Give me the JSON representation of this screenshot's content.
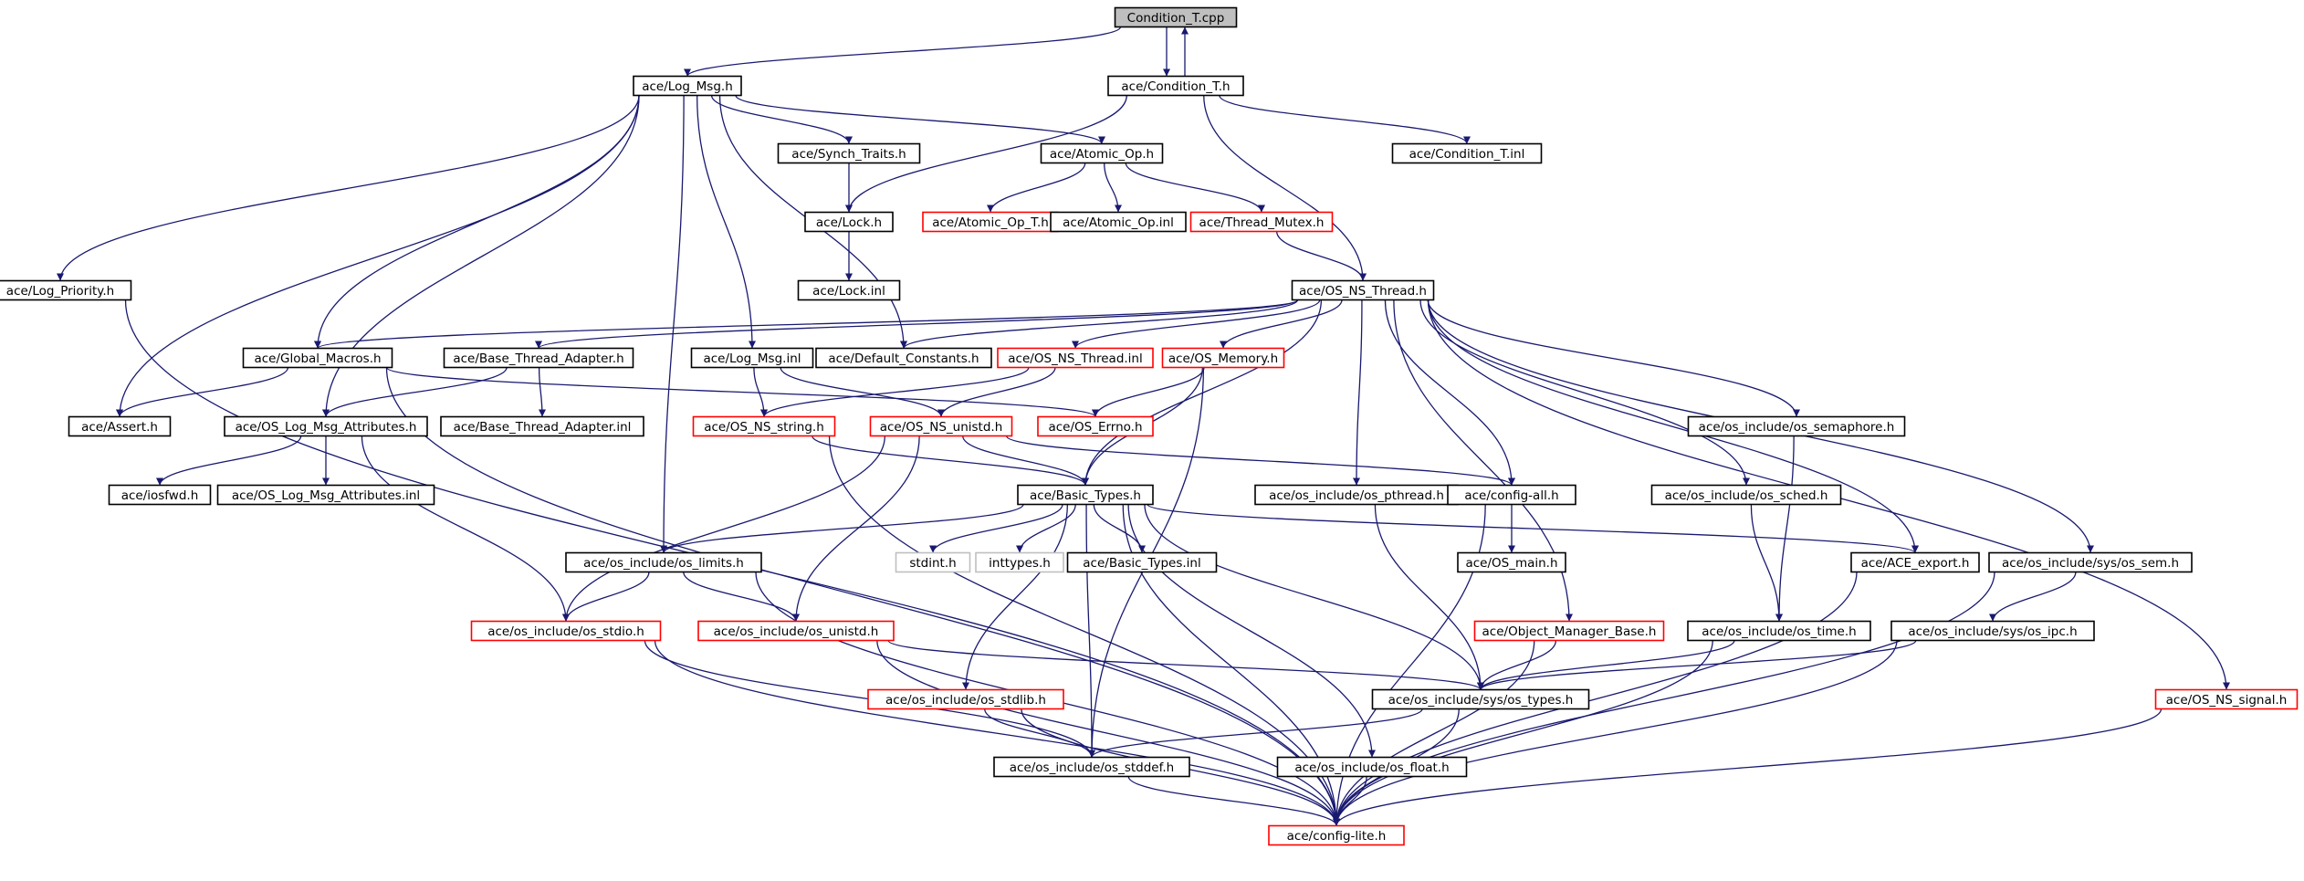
{
  "diagram": {
    "title": "",
    "nodes": [
      {
        "id": "cond_t_cpp",
        "label": "Condition_T.cpp",
        "style": "root"
      },
      {
        "id": "log_msg_h",
        "label": "ace/Log_Msg.h",
        "style": "normal"
      },
      {
        "id": "cond_t_h",
        "label": "ace/Condition_T.h",
        "style": "normal"
      },
      {
        "id": "synch_traits_h",
        "label": "ace/Synch_Traits.h",
        "style": "normal"
      },
      {
        "id": "atomic_op_h",
        "label": "ace/Atomic_Op.h",
        "style": "normal"
      },
      {
        "id": "cond_t_inl",
        "label": "ace/Condition_T.inl",
        "style": "normal"
      },
      {
        "id": "lock_h",
        "label": "ace/Lock.h",
        "style": "normal"
      },
      {
        "id": "atomic_op_t_h",
        "label": "ace/Atomic_Op_T.h",
        "style": "red"
      },
      {
        "id": "atomic_op_inl",
        "label": "ace/Atomic_Op.inl",
        "style": "normal"
      },
      {
        "id": "thread_mutex_h",
        "label": "ace/Thread_Mutex.h",
        "style": "red"
      },
      {
        "id": "log_priority_h",
        "label": "ace/Log_Priority.h",
        "style": "normal"
      },
      {
        "id": "lock_inl",
        "label": "ace/Lock.inl",
        "style": "normal"
      },
      {
        "id": "os_ns_thread_h",
        "label": "ace/OS_NS_Thread.h",
        "style": "normal"
      },
      {
        "id": "global_macros_h",
        "label": "ace/Global_Macros.h",
        "style": "normal"
      },
      {
        "id": "base_thread_adapter_h",
        "label": "ace/Base_Thread_Adapter.h",
        "style": "normal"
      },
      {
        "id": "log_msg_inl",
        "label": "ace/Log_Msg.inl",
        "style": "normal"
      },
      {
        "id": "default_constants_h",
        "label": "ace/Default_Constants.h",
        "style": "normal"
      },
      {
        "id": "os_ns_thread_inl",
        "label": "ace/OS_NS_Thread.inl",
        "style": "red"
      },
      {
        "id": "os_memory_h",
        "label": "ace/OS_Memory.h",
        "style": "red"
      },
      {
        "id": "assert_h",
        "label": "ace/Assert.h",
        "style": "normal"
      },
      {
        "id": "os_log_msg_attr_h",
        "label": "ace/OS_Log_Msg_Attributes.h",
        "style": "normal"
      },
      {
        "id": "base_thread_adapter_inl",
        "label": "ace/Base_Thread_Adapter.inl",
        "style": "normal"
      },
      {
        "id": "os_ns_string_h",
        "label": "ace/OS_NS_string.h",
        "style": "red"
      },
      {
        "id": "os_ns_unistd_h",
        "label": "ace/OS_NS_unistd.h",
        "style": "red"
      },
      {
        "id": "os_errno_h",
        "label": "ace/OS_Errno.h",
        "style": "red"
      },
      {
        "id": "os_semaphore_h",
        "label": "ace/os_include/os_semaphore.h",
        "style": "normal"
      },
      {
        "id": "iosfwd_h",
        "label": "ace/iosfwd.h",
        "style": "normal"
      },
      {
        "id": "os_log_msg_attr_inl",
        "label": "ace/OS_Log_Msg_Attributes.inl",
        "style": "normal"
      },
      {
        "id": "basic_types_h",
        "label": "ace/Basic_Types.h",
        "style": "normal"
      },
      {
        "id": "os_pthread_h",
        "label": "ace/os_include/os_pthread.h",
        "style": "normal"
      },
      {
        "id": "config_all_h",
        "label": "ace/config-all.h",
        "style": "normal"
      },
      {
        "id": "os_sched_h",
        "label": "ace/os_include/os_sched.h",
        "style": "normal"
      },
      {
        "id": "os_limits_h",
        "label": "ace/os_include/os_limits.h",
        "style": "normal"
      },
      {
        "id": "stdint_h",
        "label": "stdint.h",
        "style": "gray"
      },
      {
        "id": "inttypes_h",
        "label": "inttypes.h",
        "style": "gray"
      },
      {
        "id": "basic_types_inl",
        "label": "ace/Basic_Types.inl",
        "style": "normal"
      },
      {
        "id": "os_main_h",
        "label": "ace/OS_main.h",
        "style": "normal"
      },
      {
        "id": "ace_export_h",
        "label": "ace/ACE_export.h",
        "style": "normal"
      },
      {
        "id": "os_sem_h",
        "label": "ace/os_include/sys/os_sem.h",
        "style": "normal"
      },
      {
        "id": "os_stdio_h",
        "label": "ace/os_include/os_stdio.h",
        "style": "red"
      },
      {
        "id": "os_unistd_h",
        "label": "ace/os_include/os_unistd.h",
        "style": "red"
      },
      {
        "id": "object_manager_base_h",
        "label": "ace/Object_Manager_Base.h",
        "style": "red"
      },
      {
        "id": "os_time_h",
        "label": "ace/os_include/os_time.h",
        "style": "normal"
      },
      {
        "id": "os_ipc_h",
        "label": "ace/os_include/sys/os_ipc.h",
        "style": "normal"
      },
      {
        "id": "os_stdlib_h",
        "label": "ace/os_include/os_stdlib.h",
        "style": "red"
      },
      {
        "id": "os_types_h",
        "label": "ace/os_include/sys/os_types.h",
        "style": "normal"
      },
      {
        "id": "os_ns_signal_h",
        "label": "ace/OS_NS_signal.h",
        "style": "red"
      },
      {
        "id": "os_float_h",
        "label": "ace/os_include/os_float.h",
        "style": "normal"
      },
      {
        "id": "os_stddef_h",
        "label": "ace/os_include/os_stddef.h",
        "style": "normal"
      },
      {
        "id": "config_lite_h",
        "label": "ace/config-lite.h",
        "style": "red"
      }
    ],
    "edges": [
      [
        "cond_t_cpp",
        "log_msg_h"
      ],
      [
        "cond_t_cpp",
        "cond_t_h"
      ],
      [
        "cond_t_h",
        "cond_t_cpp"
      ],
      [
        "log_msg_h",
        "synch_traits_h"
      ],
      [
        "log_msg_h",
        "atomic_op_h"
      ],
      [
        "log_msg_h",
        "log_priority_h"
      ],
      [
        "log_msg_h",
        "global_macros_h"
      ],
      [
        "log_msg_h",
        "assert_h"
      ],
      [
        "log_msg_h",
        "os_log_msg_attr_h"
      ],
      [
        "log_msg_h",
        "os_limits_h"
      ],
      [
        "log_msg_h",
        "log_msg_inl"
      ],
      [
        "log_msg_h",
        "default_constants_h"
      ],
      [
        "cond_t_h",
        "lock_h"
      ],
      [
        "cond_t_h",
        "cond_t_inl"
      ],
      [
        "cond_t_h",
        "os_ns_thread_h"
      ],
      [
        "synch_traits_h",
        "lock_h"
      ],
      [
        "lock_h",
        "lock_inl"
      ],
      [
        "atomic_op_h",
        "atomic_op_t_h"
      ],
      [
        "atomic_op_h",
        "atomic_op_inl"
      ],
      [
        "atomic_op_h",
        "thread_mutex_h"
      ],
      [
        "thread_mutex_h",
        "os_ns_thread_h"
      ],
      [
        "log_priority_h",
        "config_lite_h"
      ],
      [
        "os_ns_thread_h",
        "global_macros_h"
      ],
      [
        "os_ns_thread_h",
        "base_thread_adapter_h"
      ],
      [
        "os_ns_thread_h",
        "default_constants_h"
      ],
      [
        "os_ns_thread_h",
        "os_ns_thread_inl"
      ],
      [
        "os_ns_thread_h",
        "os_memory_h"
      ],
      [
        "os_ns_thread_h",
        "basic_types_h"
      ],
      [
        "os_ns_thread_h",
        "os_pthread_h"
      ],
      [
        "os_ns_thread_h",
        "config_all_h"
      ],
      [
        "os_ns_thread_h",
        "os_semaphore_h"
      ],
      [
        "os_ns_thread_h",
        "os_sched_h"
      ],
      [
        "os_ns_thread_h",
        "ace_export_h"
      ],
      [
        "os_ns_thread_h",
        "os_sem_h"
      ],
      [
        "os_ns_thread_h",
        "object_manager_base_h"
      ],
      [
        "os_ns_thread_h",
        "os_ns_signal_h"
      ],
      [
        "global_macros_h",
        "assert_h"
      ],
      [
        "global_macros_h",
        "os_errno_h"
      ],
      [
        "global_macros_h",
        "config_lite_h"
      ],
      [
        "base_thread_adapter_h",
        "os_log_msg_attr_h"
      ],
      [
        "base_thread_adapter_h",
        "base_thread_adapter_inl"
      ],
      [
        "log_msg_inl",
        "os_ns_string_h"
      ],
      [
        "log_msg_inl",
        "os_ns_unistd_h"
      ],
      [
        "os_ns_thread_inl",
        "os_ns_string_h"
      ],
      [
        "os_ns_thread_inl",
        "os_ns_unistd_h"
      ],
      [
        "os_memory_h",
        "os_errno_h"
      ],
      [
        "os_memory_h",
        "basic_types_h"
      ],
      [
        "os_memory_h",
        "os_stddef_h"
      ],
      [
        "os_log_msg_attr_h",
        "iosfwd_h"
      ],
      [
        "os_log_msg_attr_h",
        "os_log_msg_attr_inl"
      ],
      [
        "os_log_msg_attr_h",
        "os_stdio_h"
      ],
      [
        "os_ns_string_h",
        "basic_types_h"
      ],
      [
        "os_ns_string_h",
        "config_lite_h"
      ],
      [
        "os_ns_unistd_h",
        "basic_types_h"
      ],
      [
        "os_ns_unistd_h",
        "os_stdio_h"
      ],
      [
        "os_ns_unistd_h",
        "os_unistd_h"
      ],
      [
        "os_ns_unistd_h",
        "config_all_h"
      ],
      [
        "basic_types_h",
        "os_limits_h"
      ],
      [
        "basic_types_h",
        "stdint_h"
      ],
      [
        "basic_types_h",
        "inttypes_h"
      ],
      [
        "basic_types_h",
        "basic_types_inl"
      ],
      [
        "basic_types_h",
        "ace_export_h"
      ],
      [
        "basic_types_h",
        "os_stdlib_h"
      ],
      [
        "basic_types_h",
        "os_types_h"
      ],
      [
        "basic_types_h",
        "os_float_h"
      ],
      [
        "basic_types_h",
        "os_stddef_h"
      ],
      [
        "basic_types_h",
        "config_lite_h"
      ],
      [
        "config_all_h",
        "os_main_h"
      ],
      [
        "config_all_h",
        "config_lite_h"
      ],
      [
        "os_pthread_h",
        "os_types_h"
      ],
      [
        "os_semaphore_h",
        "os_time_h"
      ],
      [
        "os_sched_h",
        "os_time_h"
      ],
      [
        "os_limits_h",
        "os_stdio_h"
      ],
      [
        "os_limits_h",
        "os_unistd_h"
      ],
      [
        "os_limits_h",
        "config_lite_h"
      ],
      [
        "ace_export_h",
        "config_lite_h"
      ],
      [
        "os_sem_h",
        "os_ipc_h"
      ],
      [
        "os_sem_h",
        "config_lite_h"
      ],
      [
        "os_stdio_h",
        "os_stddef_h"
      ],
      [
        "os_stdio_h",
        "config_lite_h"
      ],
      [
        "os_unistd_h",
        "os_types_h"
      ],
      [
        "os_unistd_h",
        "config_lite_h"
      ],
      [
        "object_manager_base_h",
        "os_types_h"
      ],
      [
        "object_manager_base_h",
        "config_lite_h"
      ],
      [
        "os_time_h",
        "os_types_h"
      ],
      [
        "os_time_h",
        "config_lite_h"
      ],
      [
        "os_ipc_h",
        "os_types_h"
      ],
      [
        "os_ipc_h",
        "config_lite_h"
      ],
      [
        "os_stdlib_h",
        "os_stddef_h"
      ],
      [
        "os_stdlib_h",
        "config_lite_h"
      ],
      [
        "os_types_h",
        "os_stddef_h"
      ],
      [
        "os_types_h",
        "config_lite_h"
      ],
      [
        "os_float_h",
        "config_lite_h"
      ],
      [
        "os_stddef_h",
        "config_lite_h"
      ],
      [
        "os_ns_signal_h",
        "config_lite_h"
      ]
    ]
  },
  "colors": {
    "edge": "#191970",
    "border_normal": "#000000",
    "border_red": "#ff0000",
    "border_gray": "#bfbfbf",
    "root_fill": "#bfbfbf",
    "fill": "#ffffff"
  }
}
